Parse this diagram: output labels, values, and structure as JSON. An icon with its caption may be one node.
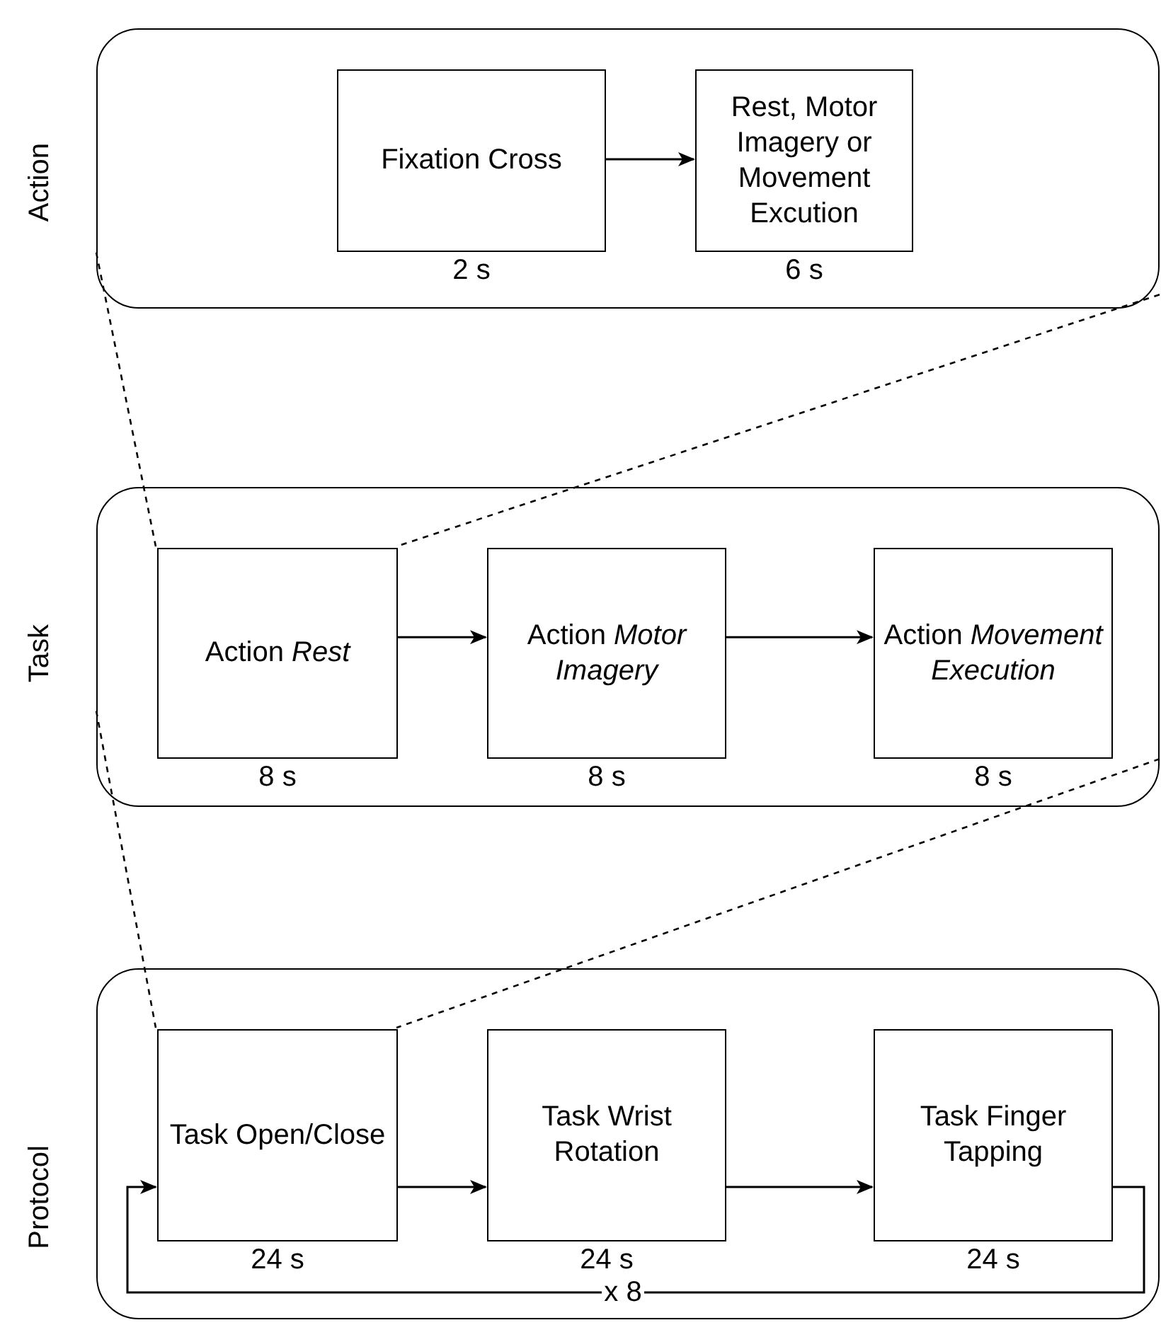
{
  "diagram": {
    "nodes": [
      {
        "text": [
          "Action"
        ]
      },
      {
        "text": [
          "Fixation Cross"
        ],
        "in": 0,
        "beside": [
          "2 s"
        ]
      },
      {
        "text": [
          "Rest, Motor Imagery or Movement Excution"
        ],
        "in": 0,
        "beside": [
          "6 s"
        ]
      },
      {
        "text": [
          "Task"
        ]
      },
      {
        "text": [
          "Action *Rest*"
        ],
        "in": 3,
        "beside": [
          "8 s"
        ]
      },
      {
        "text": [
          "Action *Motor Imagery*"
        ],
        "in": 3,
        "beside": [
          "8 s"
        ]
      },
      {
        "text": [
          "Action *Movement Execution*"
        ],
        "in": 3,
        "beside": [
          "8 s"
        ]
      },
      {
        "text": [
          "Protocol"
        ]
      },
      {
        "text": [
          "Task Open/Close"
        ],
        "in": 7,
        "beside": [
          "24 s"
        ]
      },
      {
        "text": [
          "Task Wrist Rotation"
        ],
        "in": 7,
        "beside": [
          "24 s"
        ]
      },
      {
        "text": [
          "Task Finger Tapping"
        ],
        "in": 7,
        "beside": [
          "24 s"
        ]
      }
    ],
    "edges": [
      {
        "from": 1,
        "to": 2,
        "arrow": "to"
      },
      {
        "from": 0,
        "to": 4,
        "arrow": "none",
        "style": "dashed"
      },
      {
        "from": 0,
        "to": 4,
        "arrow": "none",
        "style": "dashed"
      },
      {
        "from": 4,
        "to": 5,
        "arrow": "to"
      },
      {
        "from": 5,
        "to": 6,
        "arrow": "to"
      },
      {
        "from": 3,
        "to": 8,
        "arrow": "none",
        "style": "dashed"
      },
      {
        "from": 3,
        "to": 8,
        "arrow": "none",
        "style": "dashed"
      },
      {
        "from": 8,
        "to": 9,
        "arrow": "to"
      },
      {
        "from": 9,
        "to": 10,
        "arrow": "to"
      },
      {
        "from": 10,
        "to": 8,
        "arrow": "to",
        "label": "x 8"
      }
    ]
  }
}
